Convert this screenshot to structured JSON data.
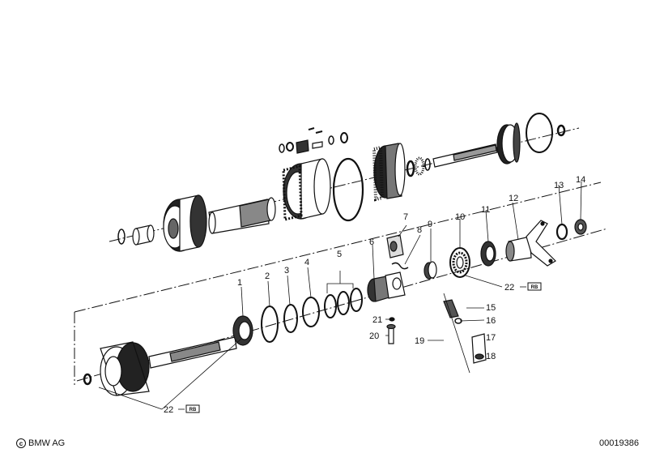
{
  "parts": {
    "p1": "1",
    "p2": "2",
    "p3": "3",
    "p4": "4",
    "p5": "5",
    "p6": "6",
    "p7": "7",
    "p8": "8",
    "p9": "9",
    "p10": "10",
    "p11": "11",
    "p12": "12",
    "p13": "13",
    "p14": "14",
    "p15": "15",
    "p16": "16",
    "p17": "17",
    "p18": "18",
    "p19": "19",
    "p20": "20",
    "p21": "21",
    "p22a": "22",
    "p22b": "22"
  },
  "badge_text": "RB",
  "footer": {
    "copyright": "BMW AG",
    "doc_number": "00019386"
  },
  "colors": {
    "ink": "#111111",
    "paper": "#ffffff",
    "shade": "#555555"
  }
}
